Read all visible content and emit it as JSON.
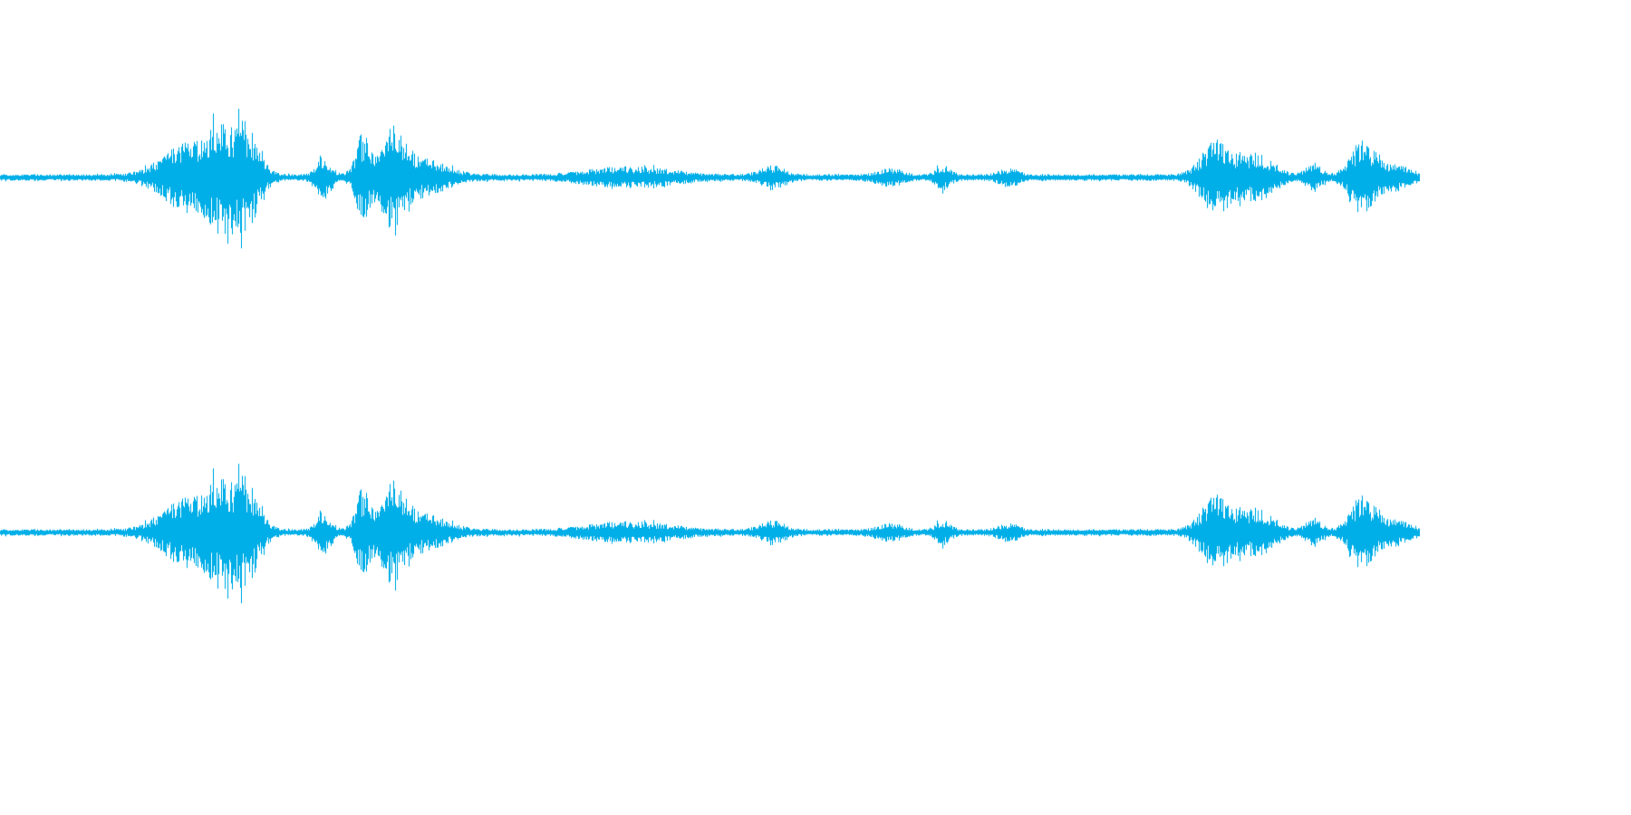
{
  "waveform": {
    "color": "#00aee8",
    "background": "#ffffff",
    "channels": [
      {
        "name": ""
      },
      {
        "name": ""
      }
    ],
    "envelope": {
      "baseline": 0.06,
      "bursts": [
        {
          "center": 0.117,
          "width": 0.022,
          "amplitude": 0.62
        },
        {
          "center": 0.148,
          "width": 0.012,
          "amplitude": 1.0
        },
        {
          "center": 0.138,
          "width": 0.01,
          "amplitude": 0.75
        },
        {
          "center": 0.198,
          "width": 0.006,
          "amplitude": 0.38
        },
        {
          "center": 0.222,
          "width": 0.006,
          "amplitude": 0.72
        },
        {
          "center": 0.24,
          "width": 0.01,
          "amplitude": 0.78
        },
        {
          "center": 0.258,
          "width": 0.02,
          "amplitude": 0.3
        },
        {
          "center": 0.372,
          "width": 0.025,
          "amplitude": 0.1
        },
        {
          "center": 0.4,
          "width": 0.025,
          "amplitude": 0.1
        },
        {
          "center": 0.473,
          "width": 0.01,
          "amplitude": 0.18
        },
        {
          "center": 0.545,
          "width": 0.01,
          "amplitude": 0.12
        },
        {
          "center": 0.578,
          "width": 0.006,
          "amplitude": 0.18
        },
        {
          "center": 0.618,
          "width": 0.008,
          "amplitude": 0.12
        },
        {
          "center": 0.745,
          "width": 0.012,
          "amplitude": 0.62
        },
        {
          "center": 0.77,
          "width": 0.014,
          "amplitude": 0.4
        },
        {
          "center": 0.805,
          "width": 0.006,
          "amplitude": 0.22
        },
        {
          "center": 0.835,
          "width": 0.01,
          "amplitude": 0.62
        },
        {
          "center": 0.855,
          "width": 0.012,
          "amplitude": 0.2
        },
        {
          "center": 0.893,
          "width": 0.008,
          "amplitude": 0.18
        },
        {
          "center": 0.915,
          "width": 0.006,
          "amplitude": 0.14
        },
        {
          "center": 0.965,
          "width": 0.03,
          "amplitude": 0.16
        }
      ]
    }
  }
}
